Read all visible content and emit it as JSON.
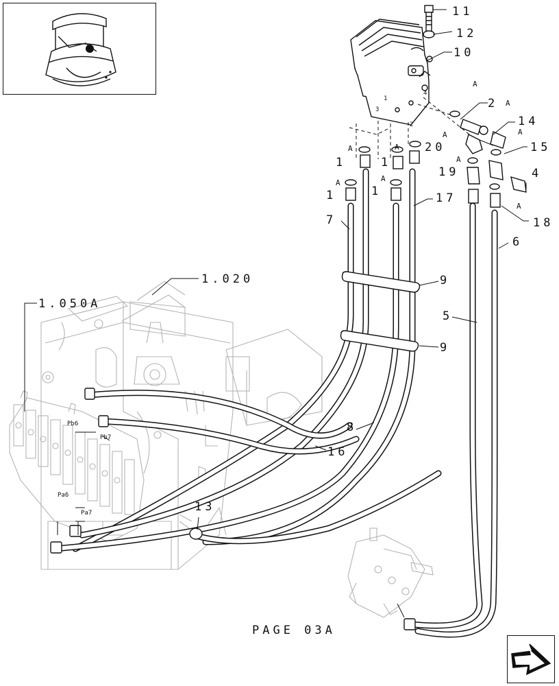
{
  "callouts": {
    "c11": "11",
    "c12": "12",
    "c10": "10",
    "c2": "2",
    "c14": "14",
    "c15": "15",
    "c20": "20",
    "c19": "19",
    "c4": "4",
    "c18": "18",
    "c17": "17",
    "c7": "7",
    "c6": "6",
    "c1a": "1",
    "c1b": "1",
    "c1c": "1",
    "c1d": "1",
    "c9a": "9",
    "c9b": "9",
    "c5": "5",
    "c8": "8",
    "c16": "16",
    "c13": "13",
    "ref1020": "1.020",
    "ref1050a": "1.050A"
  },
  "detail_marks": {
    "a1": "A",
    "a2": "A",
    "a3": "A",
    "a4": "A",
    "a5": "A",
    "a6": "A",
    "a7": "A",
    "a8": "A",
    "a9": "A",
    "a10": "A"
  },
  "port_labels": {
    "pb6": "Pb6",
    "pb7": "Pb7",
    "pa6": "Pa6",
    "pa7": "Pa7",
    "p1": "1",
    "p2": "2",
    "p3": "3",
    "p4": "4"
  },
  "page_ref": "PAGE 03A",
  "icons": {
    "thumbnail": "machine-overview-thumbnail",
    "nav": "next-page-arrow-icon"
  },
  "colors": {
    "ink": "#111111",
    "ghost": "#b4b4b4",
    "background": "#ffffff"
  }
}
